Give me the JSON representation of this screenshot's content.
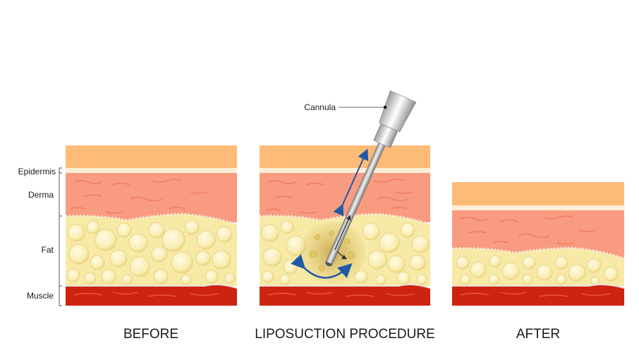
{
  "layer_labels": {
    "epidermis": "Epidermis",
    "derma": "Derma",
    "fat": "Fat",
    "muscle": "Muscle"
  },
  "callout": {
    "cannula": "Cannula"
  },
  "panels": [
    {
      "key": "before",
      "caption": "BEFORE"
    },
    {
      "key": "procedure",
      "caption": "LIPOSUCTION PROCEDURE"
    },
    {
      "key": "after",
      "caption": "AFTER"
    }
  ],
  "colors": {
    "epidermis": "#fdbb78",
    "epidermis_base": "#fdeed6",
    "derma": "#f89b80",
    "derma_fiber": "#f27a62",
    "fat": "#f7e9a6",
    "fat_cell": "#fbf3c8",
    "muscle": "#cc2410",
    "muscle_fiber": "#e9583a",
    "arrow": "#1f5aa8"
  }
}
